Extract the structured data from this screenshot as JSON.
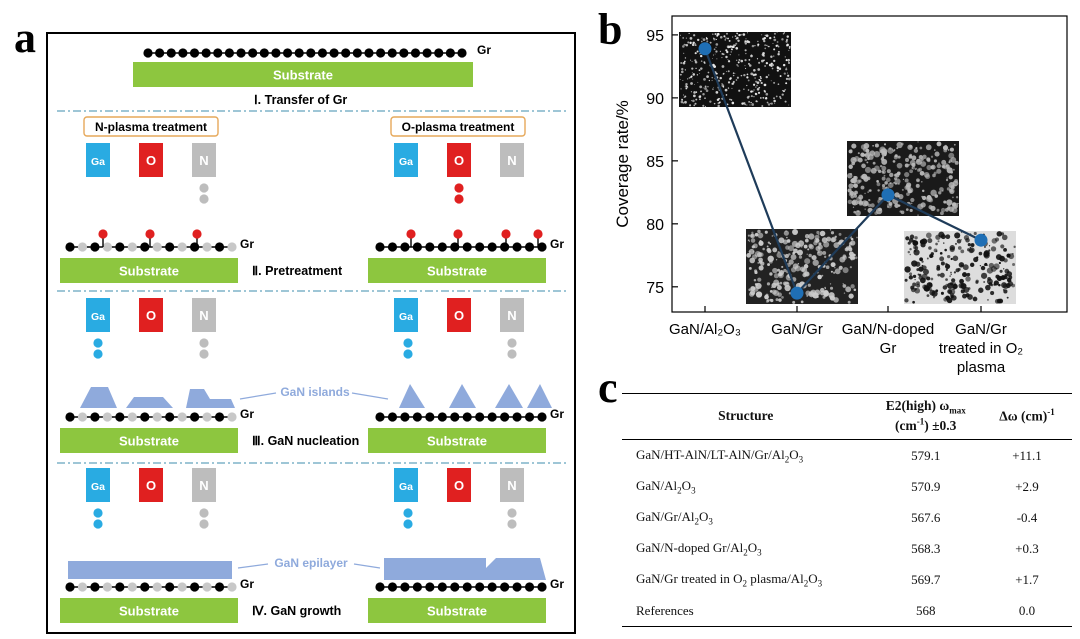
{
  "panels": {
    "a": "a",
    "b": "b",
    "c": "c"
  },
  "diagram": {
    "gr": "Gr",
    "substrate": "Substrate",
    "step1": "Ⅰ. Transfer of Gr",
    "step2": "Ⅱ. Pretreatment",
    "step3": "Ⅲ. GaN nucleation",
    "step4": "Ⅳ. GaN growth",
    "n_plasma": "N-plasma treatment",
    "o_plasma": "O-plasma treatment",
    "ga": "Ga",
    "o": "O",
    "n": "N",
    "gan_islands": "GaN islands",
    "gan_epilayer": "GaN epilayer",
    "colors": {
      "substrate": "#8dc63f",
      "ga": "#29abe2",
      "o": "#e02020",
      "n": "#bdbdbd",
      "gan": "#8faadc",
      "divider": "#7fb3c9",
      "label_border": "#e6a85a"
    }
  },
  "chart_data": {
    "type": "line",
    "categories": [
      "GaN/Al₂O₃",
      "GaN/Gr",
      "GaN/N-doped Gr",
      "GaN/Gr treated in O₂ plasma"
    ],
    "category_lines": [
      [
        "GaN/Al₂O₃"
      ],
      [
        "GaN/Gr"
      ],
      [
        "GaN/N-doped",
        "Gr"
      ],
      [
        "GaN/Gr",
        "treated in O₂",
        "plasma"
      ]
    ],
    "values": [
      93.9,
      74.5,
      82.3,
      78.7
    ],
    "ylabel": "Coverage rate/%",
    "ylim": [
      73,
      96.5
    ],
    "yticks": [
      75,
      80,
      85,
      90,
      95
    ],
    "line_color": "#1f3c5a",
    "marker_color": "#1f6fb5"
  },
  "table": {
    "headers": {
      "structure": "Structure",
      "e2_line1": "E2(high) ωmax",
      "e2_line2": "(cm-1) ±0.3",
      "dw": "Δω (cm)-1"
    },
    "rows": [
      {
        "structure": "GaN/HT-AlN/LT-AlN/Gr/Al2O3",
        "e2": "579.1",
        "dw": "+11.1"
      },
      {
        "structure": "GaN/Al2O3",
        "e2": "570.9",
        "dw": "+2.9"
      },
      {
        "structure": "GaN/Gr/Al2O3",
        "e2": "567.6",
        "dw": "-0.4"
      },
      {
        "structure": "GaN/N-doped Gr/Al2O3",
        "e2": "568.3",
        "dw": "+0.3"
      },
      {
        "structure": "GaN/Gr treated in O2 plasma/Al2O3",
        "e2": "569.7",
        "dw": "+1.7"
      },
      {
        "structure": "References",
        "e2": "568",
        "dw": "0.0"
      }
    ]
  }
}
